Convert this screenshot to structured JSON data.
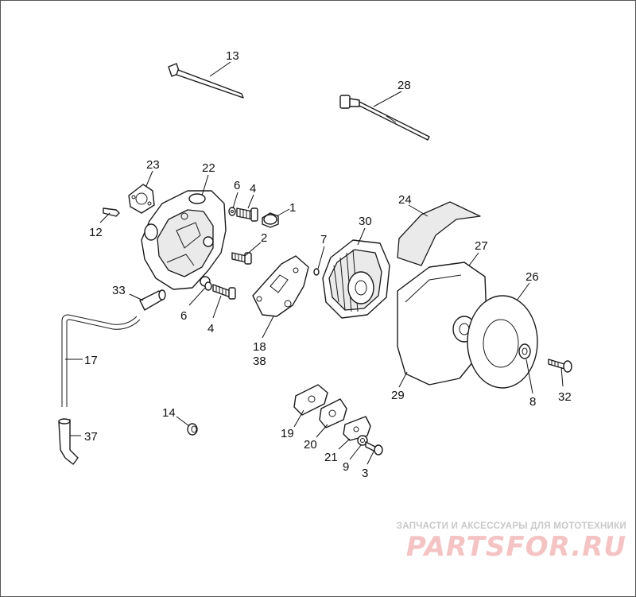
{
  "callouts": {
    "c1": "1",
    "c2": "2",
    "c3": "3",
    "c4a": "4",
    "c4b": "4",
    "c6a": "6",
    "c6b": "6",
    "c7": "7",
    "c8": "8",
    "c9": "9",
    "c12": "12",
    "c13": "13",
    "c14": "14",
    "c17": "17",
    "c18": "18",
    "c38": "38",
    "c19": "19",
    "c20": "20",
    "c21": "21",
    "c22": "22",
    "c23": "23",
    "c24": "24",
    "c26": "26",
    "c27": "27",
    "c28": "28",
    "c29": "29",
    "c30": "30",
    "c32": "32",
    "c33": "33",
    "c37": "37"
  },
  "watermark": {
    "caption": "ЗАПЧАСТИ И АКСЕССУАРЫ ДЛЯ МОТОТЕХНИКИ",
    "logo": "PARTSFOR.RU"
  },
  "colors": {
    "line": "#1a1a1a",
    "watermark_caption": "#c8c8c8",
    "watermark_logo": "#f4c3c3"
  }
}
